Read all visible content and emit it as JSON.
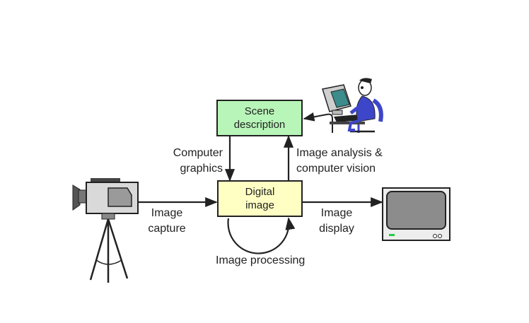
{
  "boxes": {
    "scene": {
      "lines": [
        "Scene",
        "description"
      ],
      "color": "#b8f5b8"
    },
    "digital": {
      "lines": [
        "Digital",
        "image"
      ],
      "color": "#ffffc4"
    }
  },
  "labels": {
    "computer_graphics": [
      "Computer",
      "graphics"
    ],
    "image_analysis": [
      "Image analysis &",
      "computer vision"
    ],
    "image_capture": [
      "Image",
      "capture"
    ],
    "image_display": [
      "Image",
      "display"
    ],
    "image_processing": "Image processing"
  },
  "icons": {
    "camera": "video-camera-on-tripod-icon",
    "monitor": "crt-monitor-icon",
    "person": "person-at-computer-icon"
  },
  "colors": {
    "line": "#222222",
    "screen": "#8c8c8c",
    "computer_screen": "#3c8c8c",
    "person": "#3d46c8",
    "power_led": "#22cc44"
  }
}
